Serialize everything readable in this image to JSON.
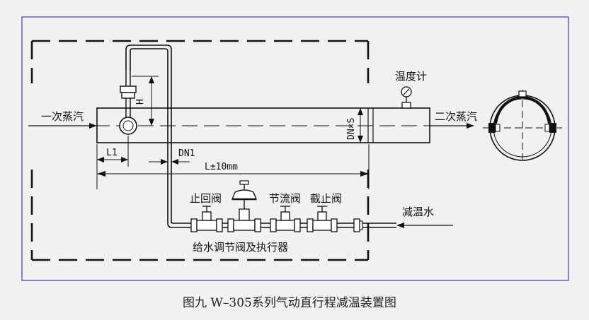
{
  "labels": {
    "steam_in": "一次蒸汽",
    "steam_out": "二次蒸汽",
    "thermometer": "温度计",
    "dim_h": "H",
    "dim_dn_s": "DN×S",
    "dim_l1": "L1",
    "dim_dn1": "DN1",
    "dim_l": "L±10mm",
    "check_valve": "止回阀",
    "throttle_valve": "节流阀",
    "stop_valve": "截止阀",
    "cooling_water": "减温水",
    "control_valve": "给水调节阀及执行器"
  },
  "caption": "图九  W–305系列气动直行程减温装置图",
  "colors": {
    "background": "#f3f0f4",
    "frame": "#3a3f8a",
    "line": "#111111"
  }
}
